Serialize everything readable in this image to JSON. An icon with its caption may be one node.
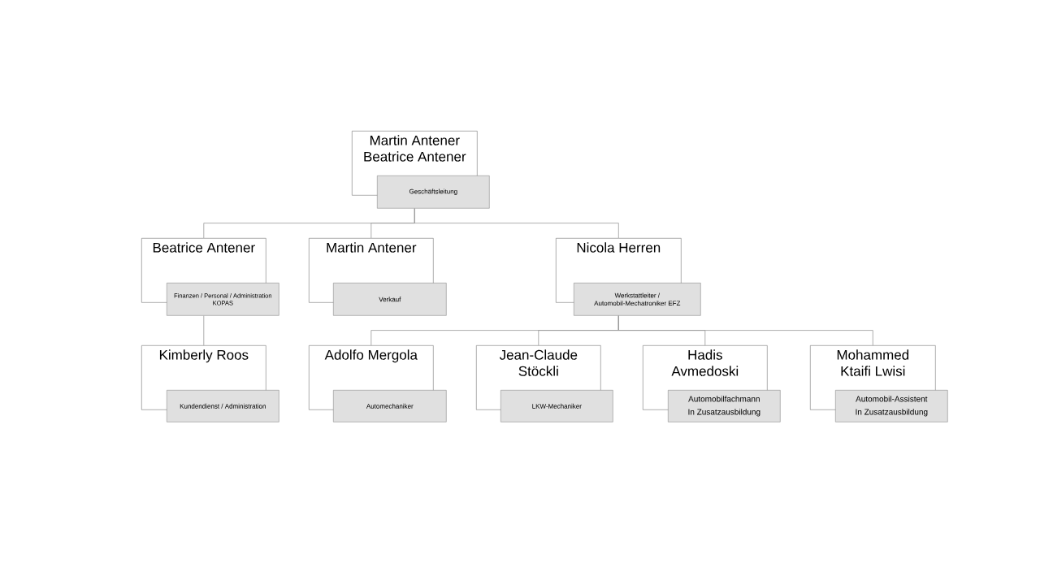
{
  "diagram": {
    "nodes": [
      {
        "text": [
          "Martin Antener",
          "Beatrice Antener"
        ]
      },
      {
        "text": [
          "Geschäftsleitung"
        ]
      },
      {
        "text": [
          "Beatrice Antener"
        ]
      },
      {
        "text": [
          "Finanzen / Personal / Administration KOPAS"
        ]
      },
      {
        "text": [
          "Martin Antener"
        ]
      },
      {
        "text": [
          "Verkauf"
        ]
      },
      {
        "text": [
          "Nicola Herren"
        ]
      },
      {
        "text": [
          "Werkstattleiter / Automobil-Mechatroniker EFZ"
        ]
      },
      {
        "text": [
          "Kimberly Roos"
        ]
      },
      {
        "text": [
          "Kundendienst / Administration"
        ]
      },
      {
        "text": [
          "Adolfo Mergola"
        ]
      },
      {
        "text": [
          "Automechaniker"
        ]
      },
      {
        "text": [
          "Jean-Claude Stöckli"
        ]
      },
      {
        "text": [
          "LKW-Mechaniker"
        ]
      },
      {
        "text": [
          "Hadis Avmedoski"
        ]
      },
      {
        "text": [
          "Automobilfachmann",
          "In Zusatzausbildung"
        ]
      },
      {
        "text": [
          "Mohammed Ktaifi Lwisi"
        ]
      },
      {
        "text": [
          "Automobil-Assistent",
          "In Zusatzausbildung"
        ]
      }
    ],
    "edges": [
      {
        "from": 1,
        "to": 2,
        "arrow": "none"
      },
      {
        "from": 1,
        "to": 4,
        "arrow": "none"
      },
      {
        "from": 1,
        "to": 6,
        "arrow": "none"
      },
      {
        "from": 3,
        "to": 8,
        "arrow": "none"
      },
      {
        "from": 7,
        "to": 10,
        "arrow": "none"
      },
      {
        "from": 7,
        "to": 12,
        "arrow": "none"
      },
      {
        "from": 7,
        "to": 14,
        "arrow": "none"
      },
      {
        "from": 7,
        "to": 16,
        "arrow": "none"
      }
    ]
  }
}
